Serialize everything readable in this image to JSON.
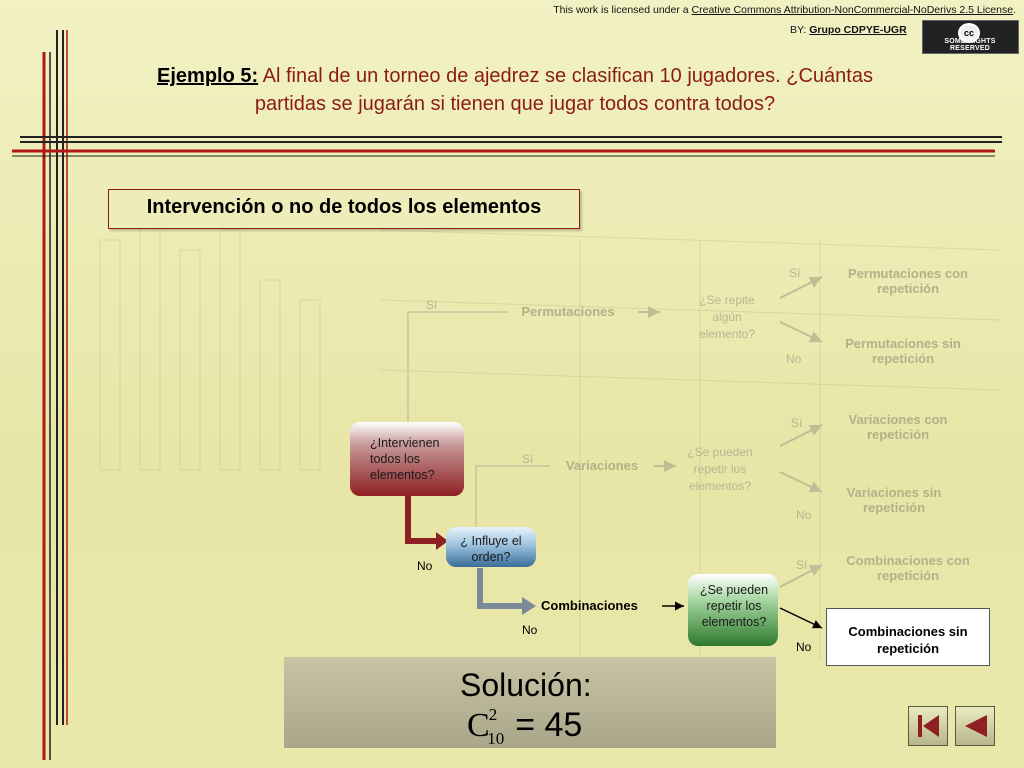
{
  "license": {
    "prefix": "This work is licensed under a ",
    "link": "Creative Commons Attribution-NonCommercial-NoDerivs 2.5 License",
    "suffix": ".",
    "by_prefix": "BY: ",
    "by_author": "Grupo CDPYE-UGR",
    "badge_text": "SOME RIGHTS RESERVED",
    "badge_icon": "cc"
  },
  "title": {
    "label": "Ejemplo 5:",
    "line1": " Al final de un torneo de ajedrez se clasifican 10 jugadores. ¿Cuántas",
    "line2": "partidas se jugarán si tienen que jugar todos contra todos?"
  },
  "section_title": "Intervención o no de todos los elementos",
  "flow": {
    "q1": "¿Intervienen todos los elementos?",
    "q2": "¿ Influye el orden?",
    "q_repite": "¿Se repite algún elemento?",
    "q_repetir_var": "¿Se pueden repetir los elementos?",
    "q_repetir_comb": "¿Se pueden repetir los elementos?",
    "permutaciones": "Permutaciones",
    "variaciones": "Variaciones",
    "combinaciones": "Combinaciones",
    "perm_con": "Permutaciones con repetición",
    "perm_sin": "Permutaciones sin repetición",
    "var_con": "Variaciones con repetición",
    "var_sin": "Variaciones sin repetición",
    "comb_con": "Combinaciones con repetición",
    "comb_sin": "Combinaciones sin repetición",
    "si": "Sí",
    "no": "No"
  },
  "solution": {
    "label": "Solución:",
    "symbol": "C",
    "sup": "2",
    "sub": "10",
    "equals": "= 45"
  },
  "nav": {
    "first_icon": "first-slide-icon",
    "prev_icon": "previous-slide-icon"
  },
  "colors": {
    "accent_red": "#8a1c12",
    "node_red": "#8e1f22",
    "node_blue": "#3a6d98",
    "node_green": "#2c7a2d",
    "arrow_gray": "#7a8a98"
  }
}
